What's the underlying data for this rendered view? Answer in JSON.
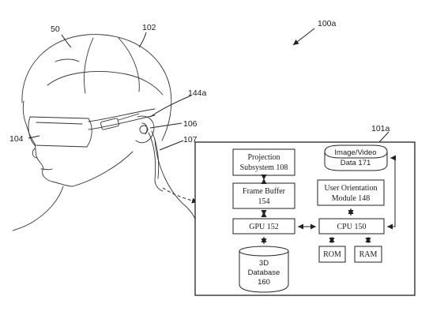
{
  "figure": {
    "ref_overall": "100a",
    "ref_head": "50",
    "ref_headset": "102",
    "ref_eyepiece": "104",
    "ref_camera": "144a",
    "ref_speaker": "106",
    "ref_cable": "107",
    "ref_system": "101a"
  },
  "blocks": {
    "projection_line1": "Projection",
    "projection_line2": "Subsystem 108",
    "frame_buffer_line1": "Frame Buffer",
    "frame_buffer_line2": "154",
    "gpu": "GPU 152",
    "cpu": "CPU 150",
    "user_orientation_line1": "User Orientation",
    "user_orientation_line2": "Module 148",
    "image_video_line1": "Image/Video",
    "image_video_line2": "Data 171",
    "db_line1": "3D",
    "db_line2": "Database",
    "db_line3": "160",
    "rom": "ROM",
    "ram": "RAM"
  }
}
